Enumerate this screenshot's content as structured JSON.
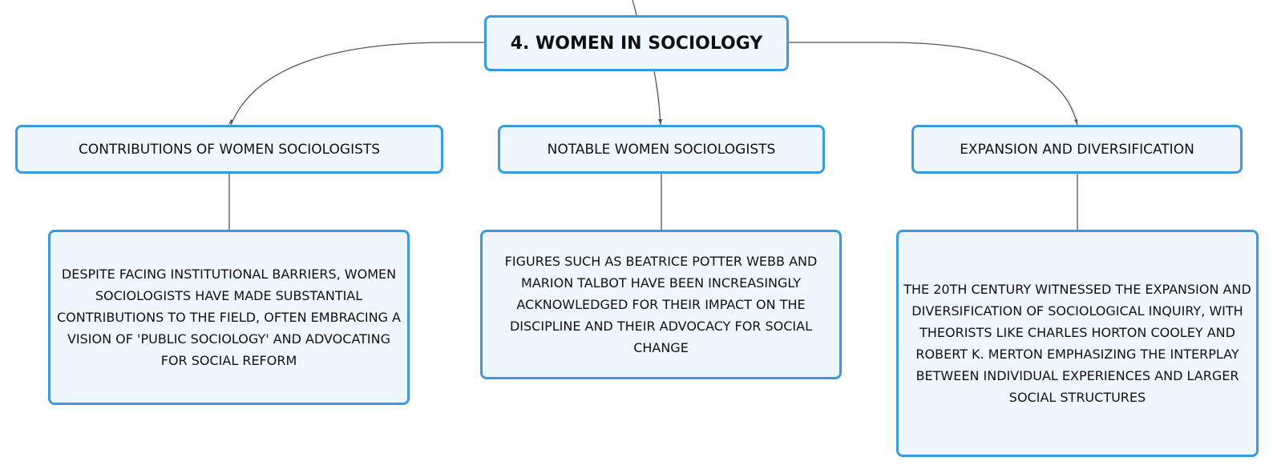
{
  "root": {
    "title": "4. WOMEN IN SOCIOLOGY"
  },
  "branches": [
    {
      "title": "CONTRIBUTIONS OF WOMEN SOCIOLOGISTS",
      "detail": "DESPITE FACING INSTITUTIONAL BARRIERS, WOMEN SOCIOLOGISTS HAVE MADE SUBSTANTIAL CONTRIBUTIONS TO THE FIELD, OFTEN EMBRACING A VISION OF 'PUBLIC SOCIOLOGY' AND ADVOCATING FOR SOCIAL REFORM"
    },
    {
      "title": "NOTABLE WOMEN SOCIOLOGISTS",
      "detail": "FIGURES SUCH AS BEATRICE POTTER WEBB AND MARION TALBOT HAVE BEEN INCREASINGLY ACKNOWLEDGED FOR THEIR IMPACT ON THE DISCIPLINE AND THEIR ADVOCACY FOR SOCIAL CHANGE"
    },
    {
      "title": "EXPANSION AND DIVERSIFICATION",
      "detail": "THE 20TH CENTURY WITNESSED THE EXPANSION AND DIVERSIFICATION OF SOCIOLOGICAL INQUIRY, WITH THEORISTS LIKE CHARLES HORTON COOLEY AND ROBERT K. MERTON EMPHASIZING THE INTERPLAY BETWEEN INDIVIDUAL EXPERIENCES AND LARGER SOCIAL STRUCTURES"
    }
  ],
  "colors": {
    "node_border": "#3a9ae0",
    "node_fill": "#eef7fd",
    "connector": "#555555"
  }
}
